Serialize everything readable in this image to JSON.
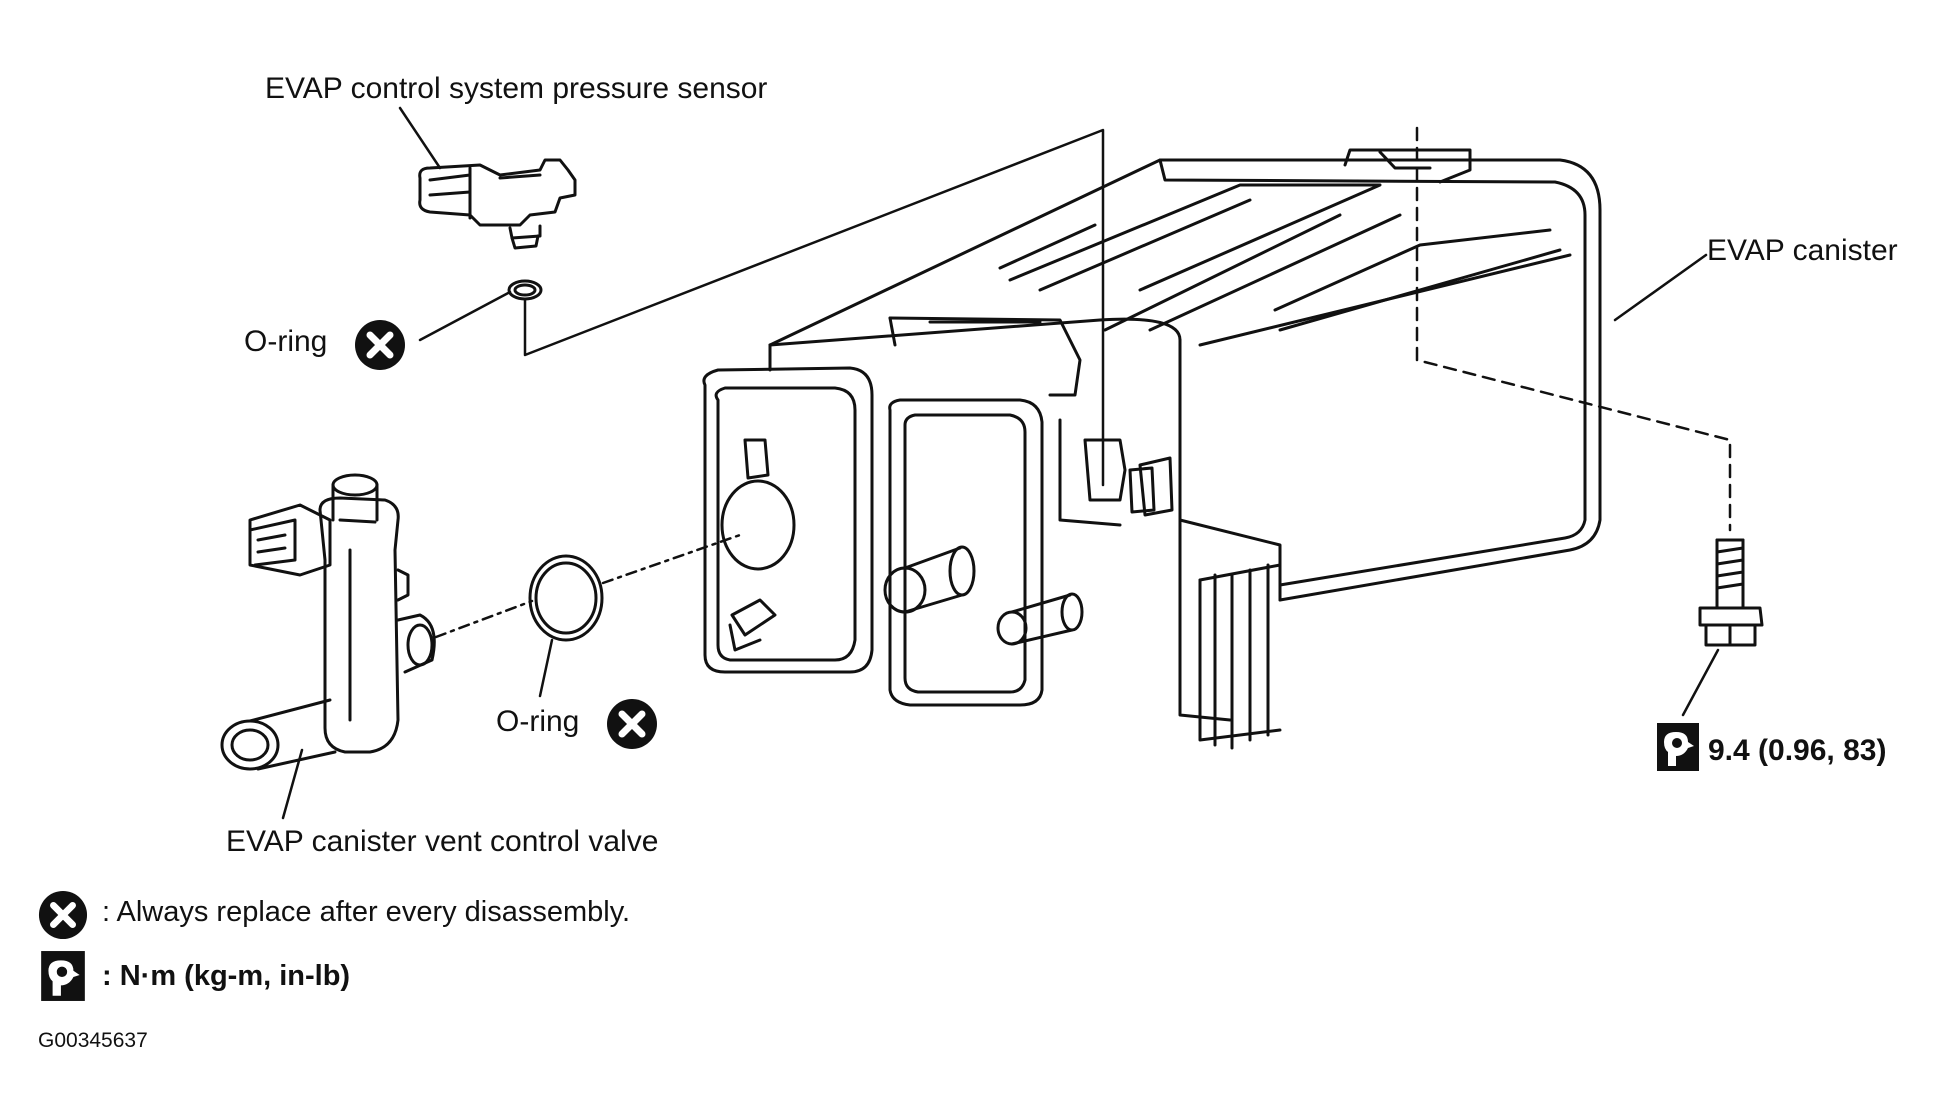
{
  "labels": {
    "pressure_sensor": "EVAP control system pressure sensor",
    "oring_top": "O-ring",
    "evap_canister": "EVAP canister",
    "oring_middle": "O-ring",
    "vent_valve": "EVAP canister vent control valve",
    "torque_value": "9.4 (0.96, 83)"
  },
  "legend": {
    "replace_text": ": Always replace after every disassembly.",
    "torque_units": ": N·m (kg-m, in-lb)"
  },
  "figure_id": "G00345637",
  "icons": {
    "replace": "circled-x-icon",
    "torque": "torque-wrench-icon"
  }
}
